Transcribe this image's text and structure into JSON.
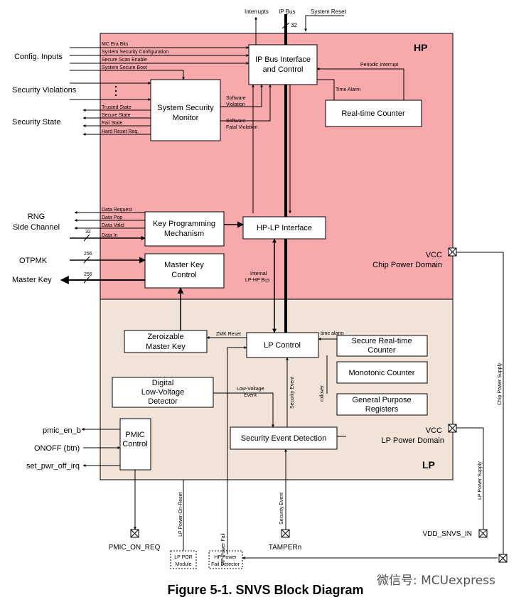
{
  "diagram": {
    "hp_label": "HP",
    "lp_label": "LP",
    "chip_domain": [
      "VCC",
      "Chip Power Domain"
    ],
    "lp_domain": [
      "VCC",
      "LP Power Domain"
    ],
    "top": {
      "interrupts": "Interrupts",
      "ip_bus": "IP Bus",
      "bus_width": "32",
      "system_reset": "System Reset"
    },
    "blocks": {
      "ip_bus_if": [
        "IP Bus Interface",
        "and Control"
      ],
      "ssm": [
        "System Security",
        "Monitor"
      ],
      "rtc": [
        "Real-time Counter"
      ],
      "kpm": [
        "Key Programming",
        "Mechanism"
      ],
      "hp_lp_if": [
        "HP-LP Interface"
      ],
      "mkc": [
        "Master Key",
        "Control"
      ],
      "zmk": [
        "Zeroizable",
        "Master Key"
      ],
      "lp_control": [
        "LP Control"
      ],
      "srtc": [
        "Secure Real-time",
        "Counter"
      ],
      "mono": [
        "Monotonic Counter"
      ],
      "gpr": [
        "General Purpose",
        "Registers"
      ],
      "lvd": [
        "Digital",
        "Low-Voltage",
        "Detector"
      ],
      "sed": [
        "Security Event Detection"
      ],
      "pmic": [
        "PMIC",
        "Control"
      ],
      "lp_por": [
        "LP POR",
        "Module"
      ],
      "hp_pfd": [
        "HP Power",
        "Fail Detector"
      ]
    },
    "left_labels": {
      "config_inputs": "Config. Inputs",
      "security_violations": "Security Violations",
      "security_state": "Security State",
      "rng": [
        "RNG",
        "Side Channel"
      ],
      "otpmk": "OTPMK",
      "master_key": "Master Key",
      "pmic_en_b": "pmic_en_b",
      "onoff": "ONOFF (btn)",
      "set_pwr_off_irq": "set_pwr_off_irq"
    },
    "signals": {
      "mc_era": "MC Era Bits",
      "sys_sec_cfg": "System Security Configuration",
      "scan_enable": "Secure Scan Enable",
      "secure_boot": "System Secure Boot",
      "trusted_state": "Trusted State",
      "secure_state": "Secure State",
      "fail_state": "Fail State",
      "hard_reset": "Hard Reset Req.",
      "sw_violation": [
        "Software",
        "Violation"
      ],
      "sw_fatal": [
        "Software",
        "Fatal Violation"
      ],
      "periodic_int": "Periodic Interrupt",
      "time_alarm": "Time Alarm",
      "data_request": "Data Request",
      "data_pop": "Data Pop",
      "data_valid": "Data Valid",
      "data_in": "Data In",
      "w32": "32",
      "w256a": "256",
      "w256b": "256",
      "internal_bus": [
        "Internal",
        "LP-HP Bus"
      ],
      "zmk_reset": "ZMK Reset",
      "time_alarm_lp": "time alarm",
      "security_event_v": "Security Event",
      "rollover": "rollover",
      "lv_event": [
        "Low-Voltage",
        "Event"
      ],
      "chip_power_supply": "Chip Power Supply",
      "lp_power_supply": "LP Power Supply",
      "lp_por_v": "LP Power-On-Reset",
      "hp_pf_v": "HP Power Fail",
      "security_event_bottom": "Security Event"
    },
    "pins": {
      "pmic_on_req": "PMIC_ON_REQ",
      "tamper": "TAMPERn",
      "vdd_snvs": "VDD_SNVS_IN"
    },
    "colors": {
      "hp_fill": "#F8A9AB",
      "lp_fill": "#F2E3D9",
      "block_fill": "#FFFFFF",
      "line": "#000000"
    }
  },
  "caption": "Figure 5-1. SNVS Block Diagram",
  "watermark": "微信号: MCUexpress"
}
